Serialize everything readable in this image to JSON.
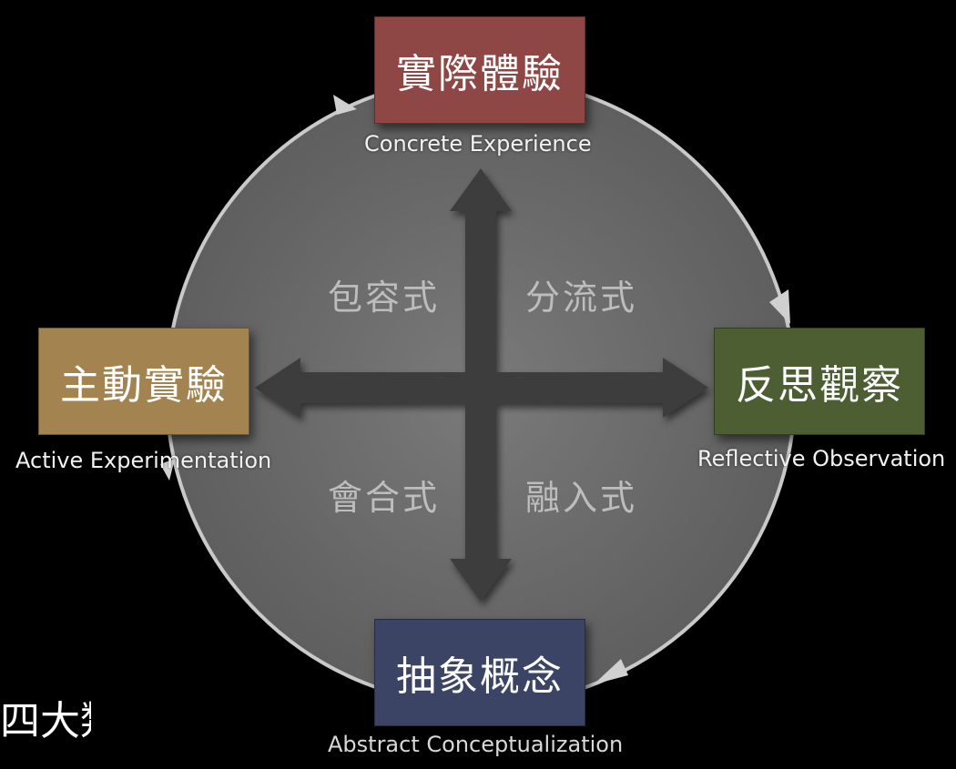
{
  "colors": {
    "background": "#000000",
    "circle_fill": "#6b6b6b",
    "circle_stroke": "#c9c9c9",
    "cross_arrows": "#3c3c3c",
    "concrete_experience": "#8e4744",
    "reflective_observation": "#4d5e33",
    "abstract_conceptualization": "#3c4465",
    "active_experimentation": "#a38451"
  },
  "stages": {
    "top": {
      "title": "實際體驗",
      "subtitle": "Concrete Experience"
    },
    "right": {
      "title": "反思觀察",
      "subtitle": "Reflective Observation"
    },
    "bottom": {
      "title": "抽象概念",
      "subtitle": "Abstract Conceptualization"
    },
    "left": {
      "title": "主動實驗",
      "subtitle": "Active Experimentation"
    }
  },
  "quadrants": {
    "top_left": "包容式",
    "top_right": "分流式",
    "bottom_left": "會合式",
    "bottom_right": "融入式"
  },
  "corner_caption": "四大類"
}
